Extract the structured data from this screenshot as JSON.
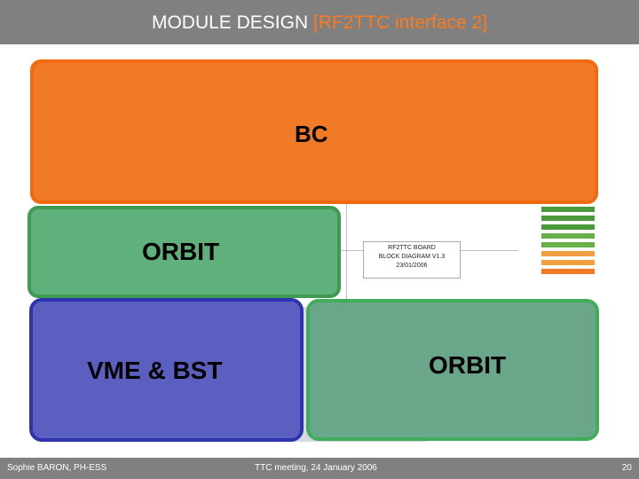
{
  "slide": {
    "title_main": "MODULE DESIGN ",
    "title_accent": "[RF2TTC interface 2]",
    "accent_color": "#ff7a1a"
  },
  "diagram": {
    "blocks": {
      "bc": "BC",
      "orbit_top": "ORBIT",
      "vme_bst": "VME & BST",
      "orbit_bottom": "ORBIT"
    },
    "info_box": {
      "line1": "RF2TTC BOARD",
      "line2": "BLOCK DIAGRAM V1.3",
      "line3": "23/01/2006"
    },
    "colors": {
      "bc": "#f07a26",
      "orbit": "#5fb07a",
      "vme": "#5b5fc0"
    }
  },
  "footer": {
    "author": "Sophie BARON, PH-ESS",
    "event": "TTC meeting, 24 January 2006",
    "page": "20"
  }
}
